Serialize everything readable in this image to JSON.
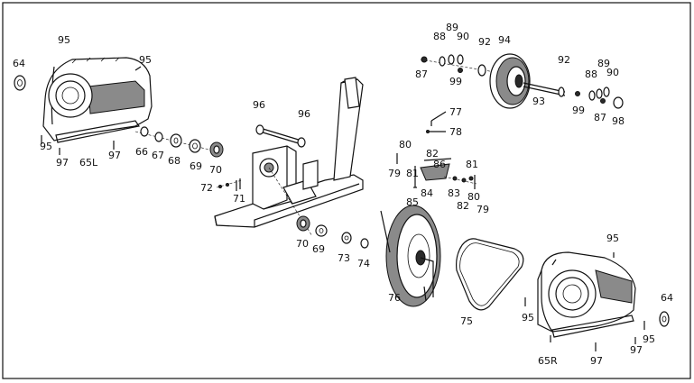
{
  "diagram": {
    "labels": {
      "l95_a": "95",
      "l64_a": "64",
      "l95_b": "95",
      "l95_c": "95",
      "l97_a": "97",
      "l65L": "65L",
      "l97_b": "97",
      "l66": "66",
      "l67": "67",
      "l68": "68",
      "l69_a": "69",
      "l70_a": "70",
      "l96_a": "96",
      "l96_b": "96",
      "l72": "72",
      "l71": "71",
      "l70_b": "70",
      "l69_b": "69",
      "l73": "73",
      "l74": "74",
      "l89_a": "89",
      "l88_a": "88",
      "l90_a": "90",
      "l92_a": "92",
      "l94": "94",
      "l87_a": "87",
      "l99_a": "99",
      "l92_b": "92",
      "l93": "93",
      "l89_b": "89",
      "l88_b": "88",
      "l90_b": "90",
      "l99_b": "99",
      "l87_b": "87",
      "l98": "98",
      "l77": "77",
      "l78": "78",
      "l80_a": "80",
      "l82_a": "82",
      "l79_a": "79",
      "l81_a": "81",
      "l86": "86",
      "l81_b": "81",
      "l85": "85",
      "l84": "84",
      "l83": "83",
      "l80_b": "80",
      "l82_b": "82",
      "l79_b": "79",
      "l76": "76",
      "l75": "75",
      "l95_d": "95",
      "l64_b": "64",
      "l95_e": "95",
      "l95_f": "95",
      "l97_c": "97",
      "l97_d": "97",
      "l65R": "65R"
    }
  }
}
